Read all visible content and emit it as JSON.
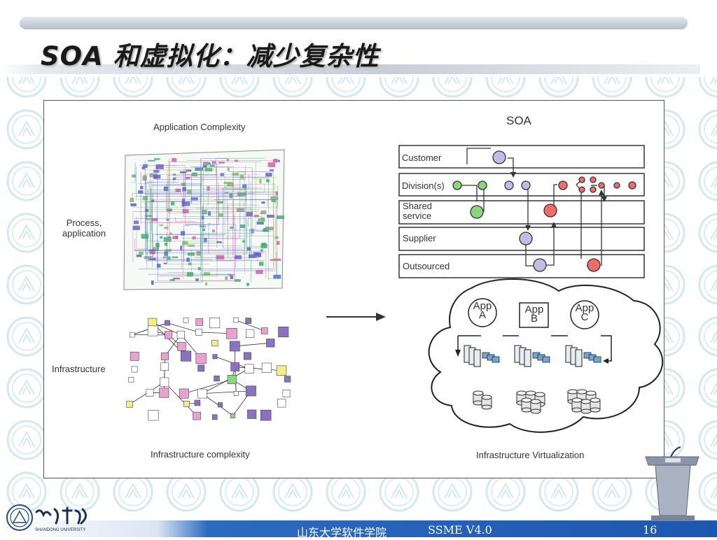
{
  "slide": {
    "title": "SOA 和虚拟化：减少复杂性",
    "footer": {
      "school": "山东大学软件学院",
      "course": "SSME V4.0",
      "page": "16"
    },
    "logo": {
      "name_cn": "山东大学",
      "name_en": "SHANDONG UNIVERSITY"
    }
  },
  "figure": {
    "app_complexity": "Application Complexity",
    "process_application": "Process,\napplication",
    "infrastructure": "Infrastructure",
    "infra_complexity": "Infrastructure complexity",
    "soa_title": "SOA",
    "infra_virtualization": "Infrastructure Virtualization",
    "lanes": [
      "Customer",
      "Division(s)",
      "Shared\nservice",
      "Supplier",
      "Outsourced"
    ],
    "apps": [
      {
        "top": "App",
        "bottom": "A"
      },
      {
        "top": "App",
        "bottom": "B"
      },
      {
        "top": "App",
        "bottom": "C"
      }
    ],
    "colors": {
      "lavender": "#c4bde3",
      "green": "#88d77b",
      "red": "#f26b6b",
      "node_purple": "#8a72c2",
      "node_yellow": "#f4ee86",
      "node_pink": "#e9a1d0",
      "footer_blue": "#1d57b0"
    }
  }
}
